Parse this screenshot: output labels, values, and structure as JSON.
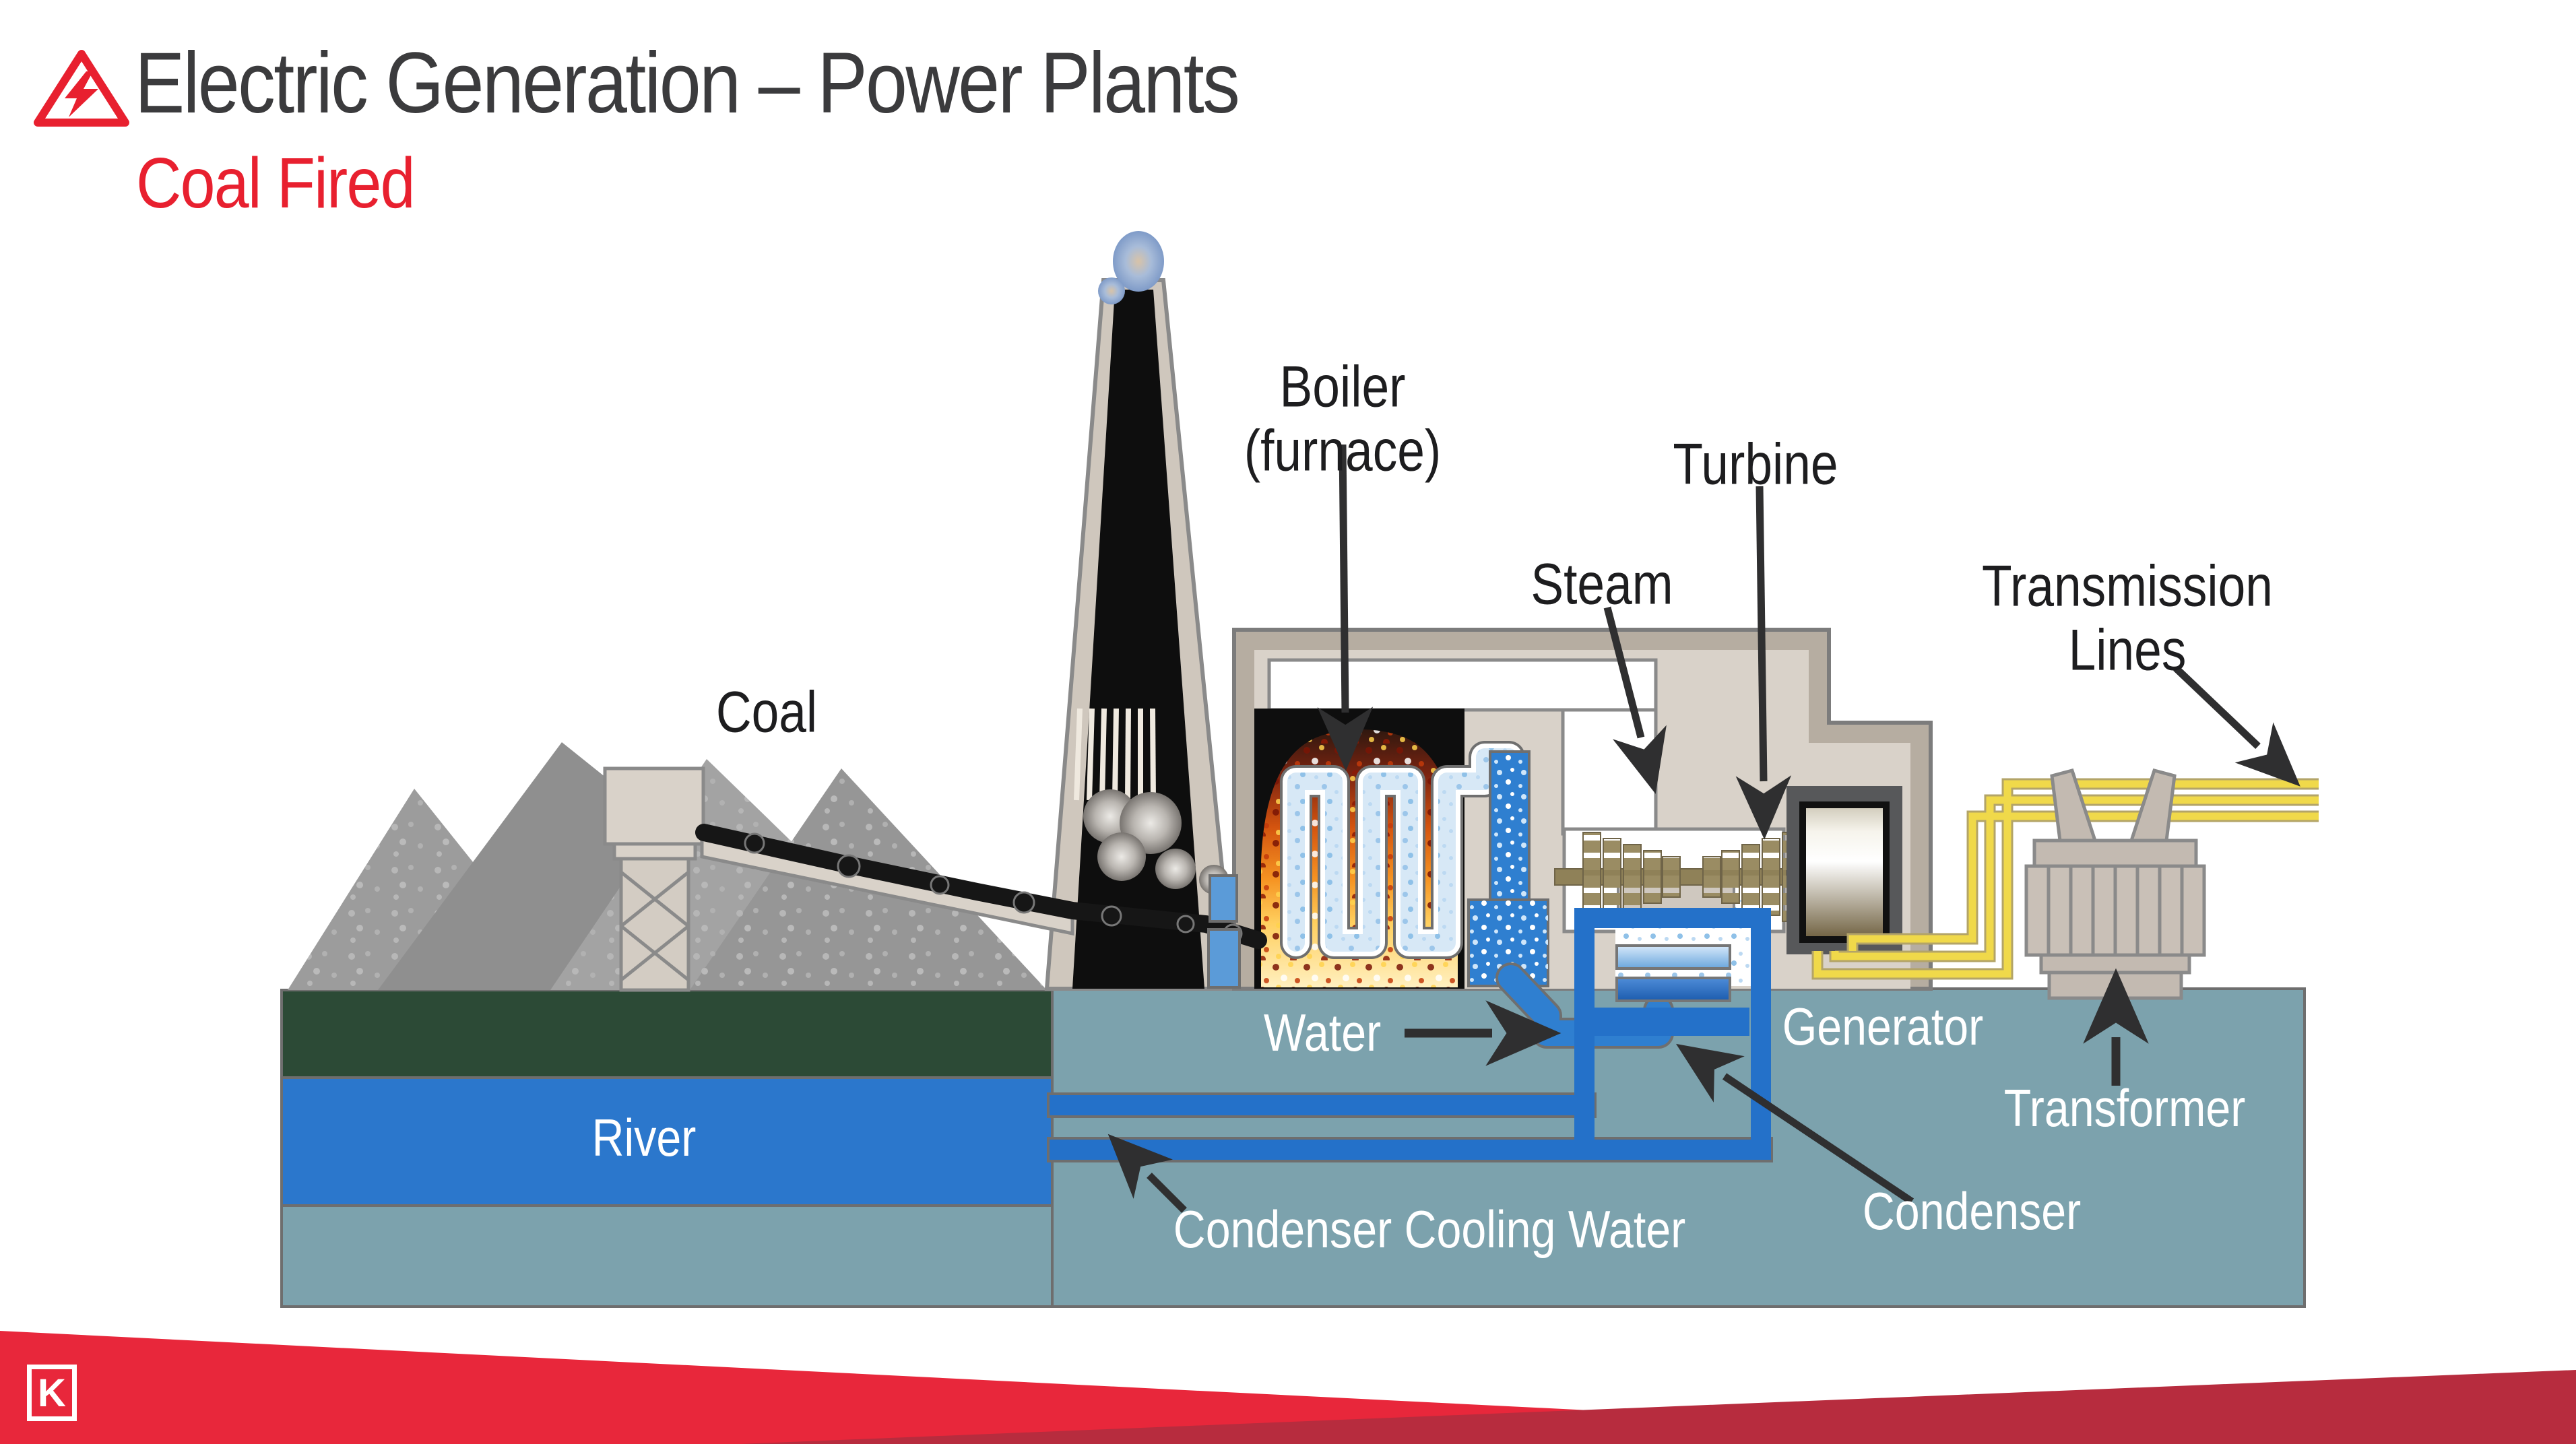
{
  "header": {
    "title": "Electric Generation – Power Plants",
    "subtitle": "Coal Fired"
  },
  "diagram": {
    "labels": {
      "coal": "Coal",
      "boiler_line1": "Boiler",
      "boiler_line2": "(furnace)",
      "steam": "Steam",
      "turbine": "Turbine",
      "transmission_line1": "Transmission",
      "transmission_line2": "Lines",
      "water": "Water",
      "generator": "Generator",
      "river": "River",
      "condenser_cooling_water": "Condenser Cooling Water",
      "condenser": "Condenser",
      "transformer": "Transformer"
    }
  },
  "logo": {
    "letter": "K"
  },
  "colors": {
    "accent_red": "#E8202F",
    "ribbon_dark_red": "#B72C3E",
    "ground_teal": "#7CA2AD",
    "river_blue": "#2B77CC",
    "grass_green": "#2C4A36",
    "pipe_blue": "#2471C9",
    "cable_yellow": "#F0D94A",
    "turbine_khaki": "#9A8C63",
    "wall_tan": "#D9D2C9",
    "fire_orange": "#EF7D1A"
  }
}
